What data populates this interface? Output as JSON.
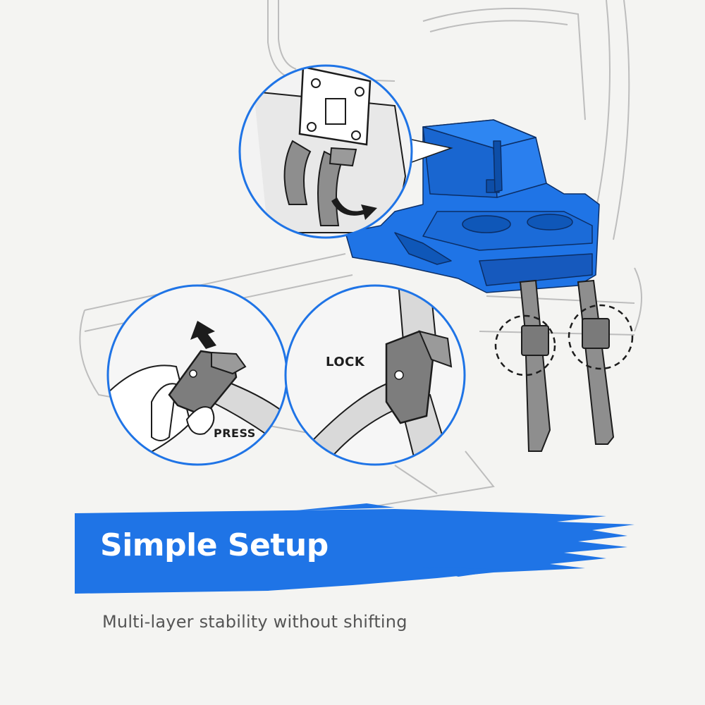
{
  "callouts": {
    "lock_label": "LOCK",
    "press_label": "PRESS"
  },
  "banner": {
    "headline": "Simple Setup",
    "subline": "Multi-layer stability without shifting"
  },
  "colors": {
    "accent_blue": "#1f74e6",
    "strap_gray": "#8e8e8e",
    "line_dark": "#1c1c1c",
    "background": "#f4f4f2"
  },
  "icons": [
    "arrow-up-icon",
    "curved-arrow-icon"
  ]
}
